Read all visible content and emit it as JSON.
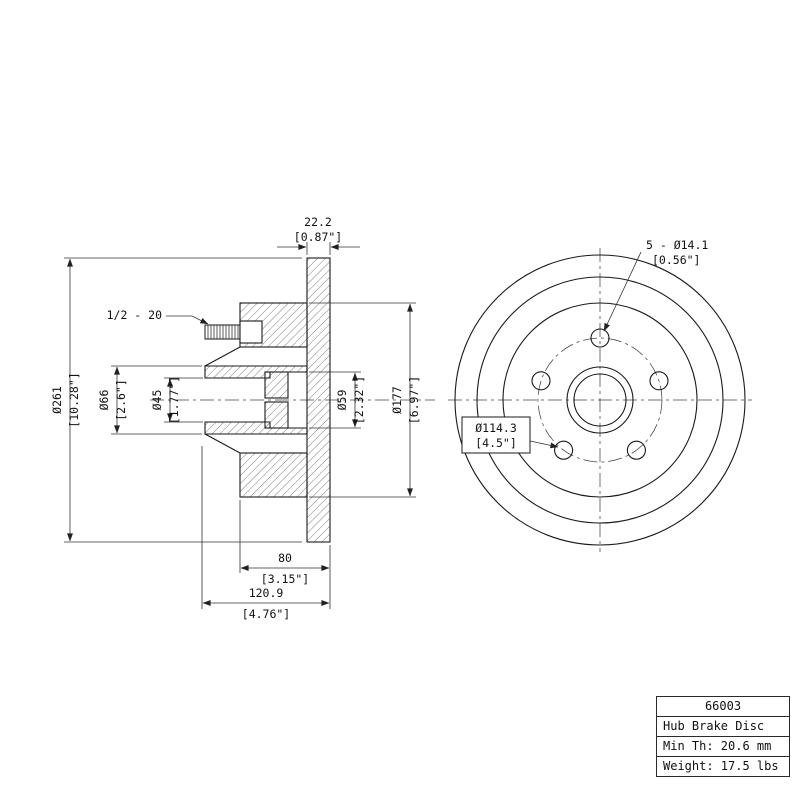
{
  "title_block": {
    "part_number": "66003",
    "part_name": "Hub Brake Disc",
    "min_thickness": "Min Th: 20.6 mm",
    "weight": "Weight: 17.5 lbs"
  },
  "section_view": {
    "thread_spec": "1/2 - 20",
    "thickness": {
      "mm": "22.2",
      "in": "[0.87\"]"
    },
    "outer_dia": {
      "mm": "Ø261",
      "in": "[10.28\"]"
    },
    "hub_pilot_dia": {
      "mm": "Ø66",
      "in": "[2.6\"]"
    },
    "bore_dia": {
      "mm": "Ø45",
      "in": "[1.77\"]"
    },
    "inner_bore_dia": {
      "mm": "Ø59",
      "in": "[2.32\"]"
    },
    "hat_dia": {
      "mm": "Ø177",
      "in": "[6.97\"]"
    },
    "hub_depth": {
      "mm": "80",
      "in": "[3.15\"]"
    },
    "overall_depth": {
      "mm": "120.9",
      "in": "[4.76\"]"
    }
  },
  "front_view": {
    "bolt_holes": {
      "label": "5 - Ø14.1",
      "in": "[0.56\"]"
    },
    "bolt_circle": {
      "mm": "Ø114.3",
      "in": "[4.5\"]"
    }
  }
}
